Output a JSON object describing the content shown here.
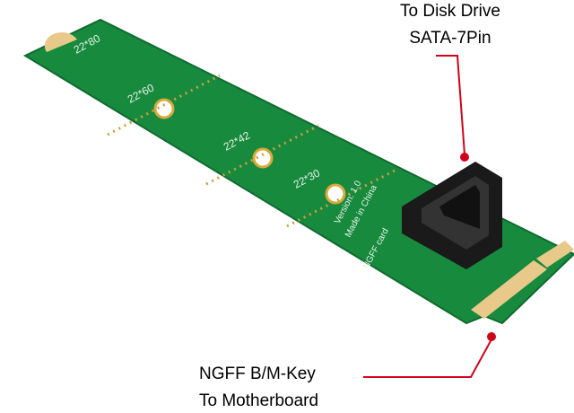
{
  "top_label": {
    "line1": "To Disk Drive",
    "line2": "SATA-7Pin"
  },
  "bottom_label": {
    "line1": "NGFF B/M-Key",
    "line2": "To Motherboard"
  },
  "pcb": {
    "sizes": [
      "22*80",
      "22*60",
      "22*42",
      "22*30"
    ],
    "silkscreen": [
      "Made in China",
      "Version: 1.0",
      "NGFF card"
    ]
  },
  "colors": {
    "pcb": "#178a3e",
    "callout": "#d0021b",
    "connector": "#1a1a1a",
    "gold": "#d9a93a"
  }
}
